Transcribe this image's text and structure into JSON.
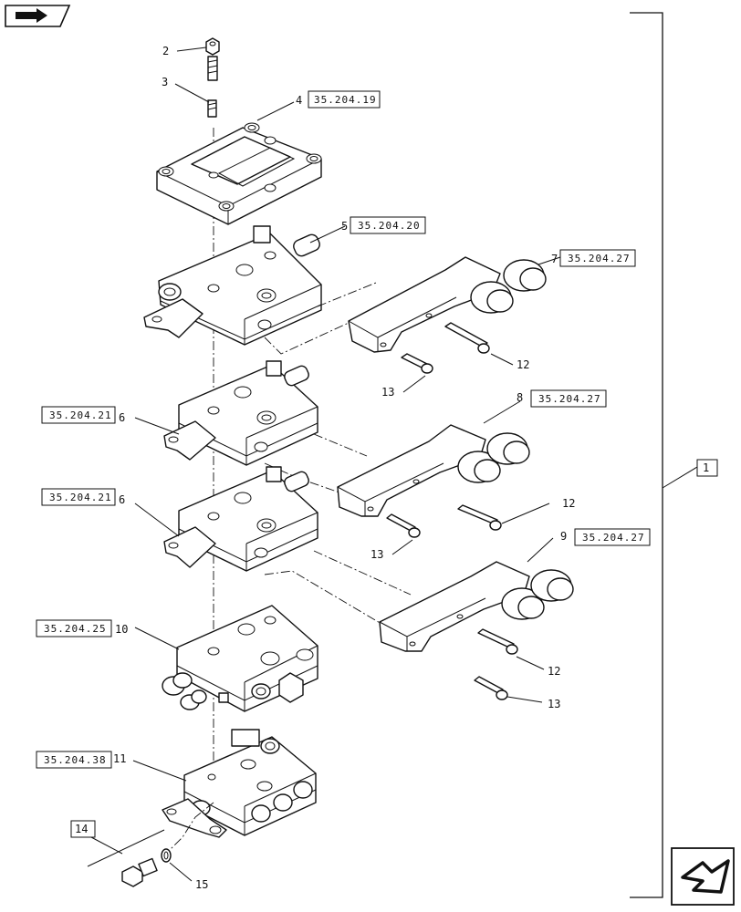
{
  "refs": {
    "r4": "35.204.19",
    "r5": "35.204.20",
    "r7": "35.204.27",
    "r6a": "35.204.21",
    "r8": "35.204.27",
    "r6b": "35.204.21",
    "r9": "35.204.27",
    "r10": "35.204.25",
    "r11": "35.204.38"
  },
  "callouts": {
    "c1": "1",
    "c2": "2",
    "c3": "3",
    "c4": "4",
    "c5": "5",
    "c6a": "6",
    "c6b": "6",
    "c7": "7",
    "c8": "8",
    "c9": "9",
    "c10": "10",
    "c11": "11",
    "c12a": "12",
    "c12b": "12",
    "c12c": "12",
    "c13a": "13",
    "c13b": "13",
    "c13c": "13",
    "c14": "14",
    "c15": "15"
  },
  "icons": {
    "top_left": "book-arrow-icon",
    "bottom_right": "next-page-arrow-icon"
  }
}
